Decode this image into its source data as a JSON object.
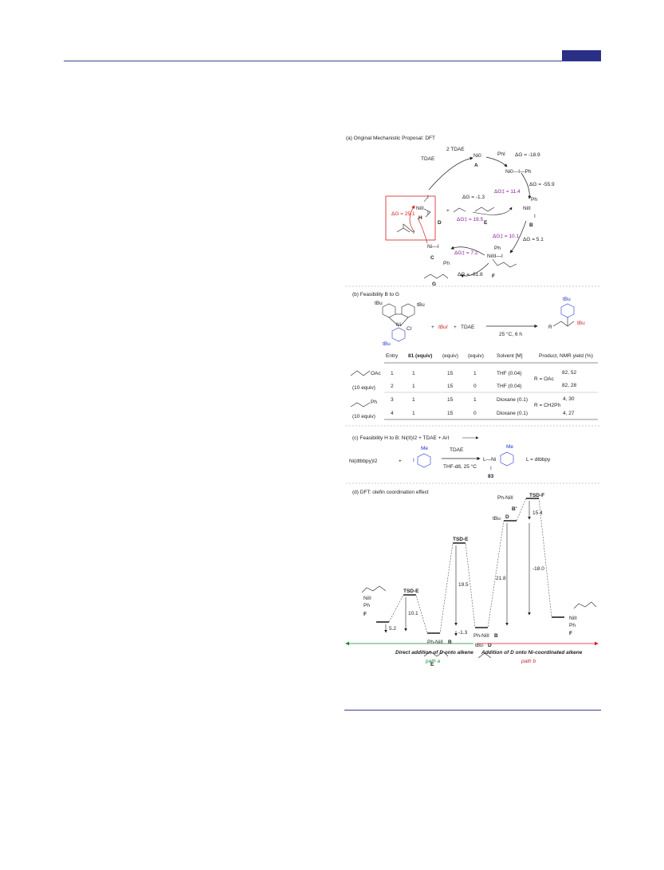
{
  "sections": {
    "a": "(a) Original Mechanistic Proposal: DFT",
    "b": "(b) Feasibility B to G",
    "c": "(c) Feasibility H to B: Ni(II)I2 + TDAE + ArI",
    "d": "(d) DFT: olefin coordination effect"
  },
  "cycle": {
    "tdae_2": "2 TDAE",
    "tdae_ei": "TDAE",
    "ni0": "Ni0",
    "phi": "PhI",
    "dg_a": "ΔG = -18.9",
    "A": "A",
    "ni0_phi": "Ni0---I—Ph",
    "dg_b": "ΔG = -55.9",
    "dgts_1": "ΔG‡ = 11.4",
    "nii_h": "NiII",
    "H": "H",
    "dg_d": "ΔG = -1.3",
    "dgts_2": "ΔG‡ = 19.5",
    "D": "D",
    "E": "E",
    "ph_b": "Ph",
    "nii_b": "NiII",
    "B": "B",
    "dg_red": "ΔG = 25.1",
    "dgts_3": "ΔG‡ = 10.1",
    "dg_c": "ΔG = 5.1",
    "ni_c": "Ni—I",
    "C": "C",
    "dgts_4": "ΔG‡ = 7.2",
    "ph_f": "Ph",
    "niiii_f": "NiIII—I",
    "F": "F",
    "ph_g": "Ph",
    "dg_g": "ΔG = -61.8",
    "G": "G"
  },
  "feas_b": {
    "tbu1": "tBu",
    "tbu2": "tBu",
    "tbu3": "tBu",
    "ni": "Ni",
    "cl": "Cl",
    "tbui": "tBuI",
    "plus1": "+",
    "plus2": "+",
    "tdae": "TDAE",
    "cond": "25 °C, 6 h",
    "prod_tbu": "tBu",
    "prod_r": "R",
    "prod_tbu2": "tBu",
    "headers": [
      "Entry",
      "81 (equiv)",
      "(equiv)",
      "(equiv)",
      "Solvent [M]",
      "Product, NMR yield (%)"
    ],
    "rows": [
      [
        "1",
        "1",
        "15",
        "1",
        "THF (0.04)",
        "82, 52"
      ],
      [
        "2",
        "1",
        "15",
        "0",
        "THF (0.04)",
        "82, 28"
      ],
      [
        "3",
        "1",
        "15",
        "1",
        "Dioxane (0.1)",
        "4, 30"
      ],
      [
        "4",
        "1",
        "15",
        "0",
        "Dioxane (0.1)",
        "4, 27"
      ]
    ],
    "r_oac": "R = OAc",
    "r_ch2ph": "R = CH2Ph",
    "sub1": "OAc",
    "sub1_eq": "(10 equiv)",
    "sub2": "Ph",
    "sub2_eq": "(10 equiv)"
  },
  "feas_h": {
    "reagent": "Ni(dtbbpy)I2",
    "plus": "+",
    "me": "Me",
    "iodo": "I",
    "tdae": "TDAE",
    "cond": "THF-d8, 25 °C",
    "prod": "L—Ni",
    "prod_i": "I",
    "prod_me": "Me",
    "num": "83",
    "ligand": "L = dtbbpy"
  },
  "energy": {
    "ts_df": "TSD-F",
    "phni_bp": "Ph-NiII",
    "bprime": "B'",
    "v154": "15.4",
    "tbu_d1": "tBu·",
    "D1": "D",
    "ts_de": "TSD-E",
    "v218": "21.8",
    "v180": "-18.0",
    "v195": "19.5",
    "ts_de2": "TSD-E",
    "ni_f": "NiII",
    "ph_f": "Ph",
    "F": "F",
    "v52": "5.2",
    "v101": "10.1",
    "v13": "-1.3",
    "phni_b1": "Ph-NiII",
    "B1": "B",
    "phni_b2": "Ph-NiII",
    "B2": "B",
    "tbu_d2": "tBu·",
    "D2": "D",
    "E": "E",
    "ni_f2": "NiII",
    "ph_f2": "Ph",
    "F2": "F",
    "path_a_desc": "Direct addition of D onto alkene",
    "path_a": "path a",
    "path_b_desc": "Addition of D onto Ni-coordinated alkene",
    "path_b": "path b"
  }
}
